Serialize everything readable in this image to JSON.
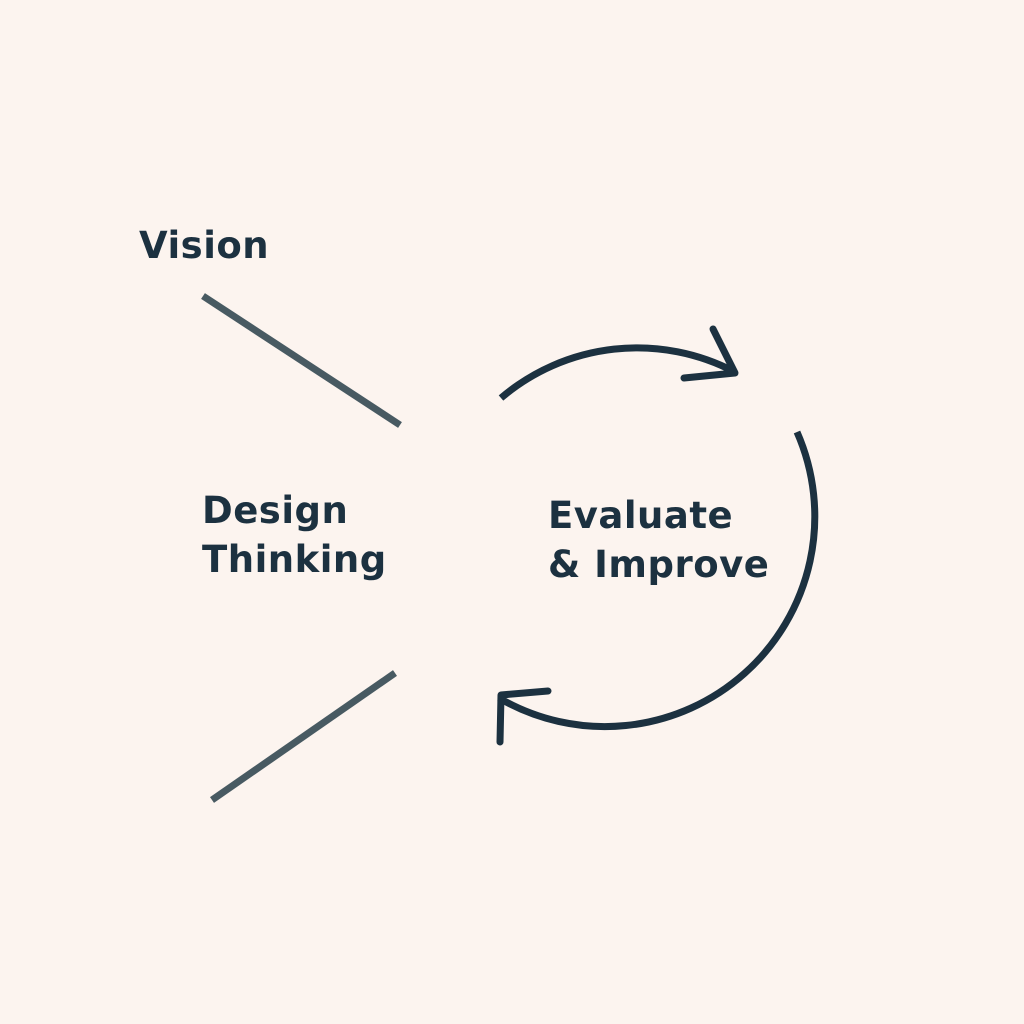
{
  "labels": {
    "vision": "Vision",
    "design_line1": "Design",
    "design_line2": "Thinking",
    "evaluate_line1": "Evaluate",
    "evaluate_line2": "& Improve"
  },
  "colors": {
    "background": "#FCF4EF",
    "text": "#1C3140",
    "connector_lines": "#485A62",
    "cycle_arrows": "#1C3140"
  }
}
